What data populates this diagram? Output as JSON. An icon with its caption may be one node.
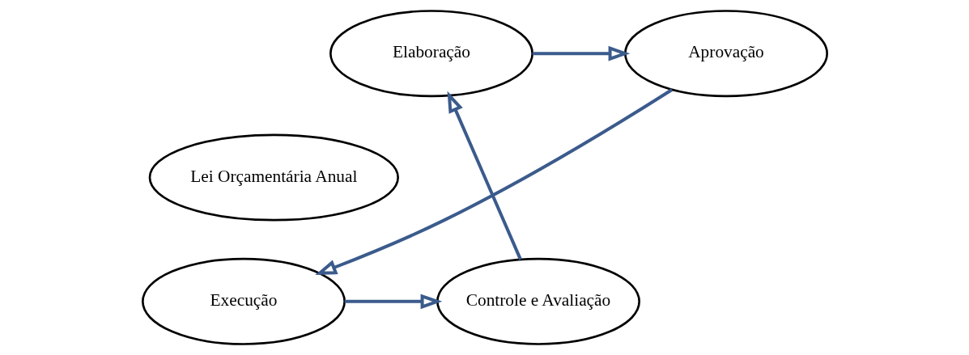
{
  "diagram": {
    "nodes": [
      {
        "text": [
          "Elaboração"
        ]
      },
      {
        "text": [
          "Aprovação"
        ]
      },
      {
        "text": [
          "Lei Orçamentária Anual"
        ]
      },
      {
        "text": [
          "Controle e Avaliação"
        ]
      },
      {
        "text": [
          "Execução"
        ]
      }
    ],
    "edges": [
      {
        "from": 0,
        "to": 1,
        "arrow": "to"
      },
      {
        "from": 1,
        "to": 4,
        "arrow": "to"
      },
      {
        "from": 4,
        "to": 3,
        "arrow": "to"
      },
      {
        "from": 3,
        "to": 0,
        "arrow": "to"
      }
    ]
  }
}
